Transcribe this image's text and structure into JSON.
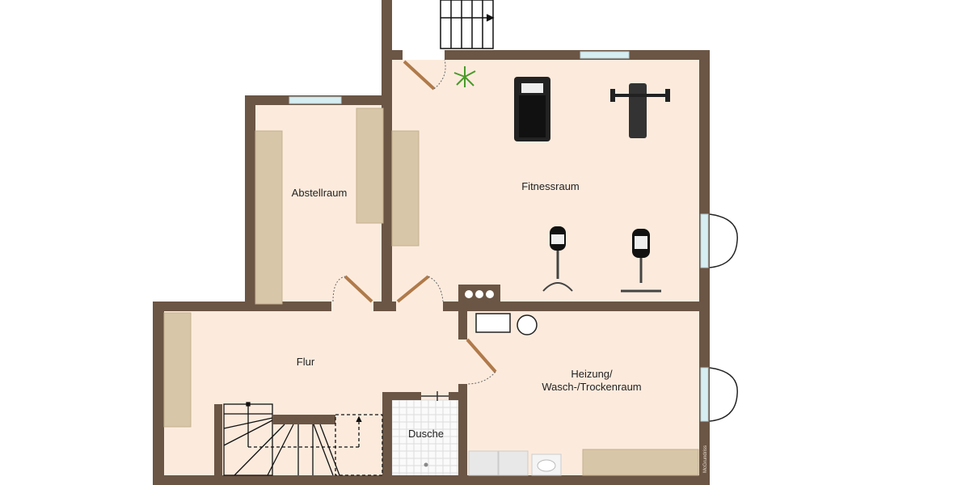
{
  "rooms": {
    "abstellraum": "Abstellraum",
    "fitnessraum": "Fitnessraum",
    "flur": "Flur",
    "dusche": "Dusche",
    "heizung_line1": "Heizung/",
    "heizung_line2": "Wasch-/Trockenraum"
  },
  "watermark": "McGrundriss",
  "colors": {
    "wall": "#6b5544",
    "floor": "#fcebdd",
    "shelf": "#d8c6a8",
    "window": "#d6eef2"
  }
}
